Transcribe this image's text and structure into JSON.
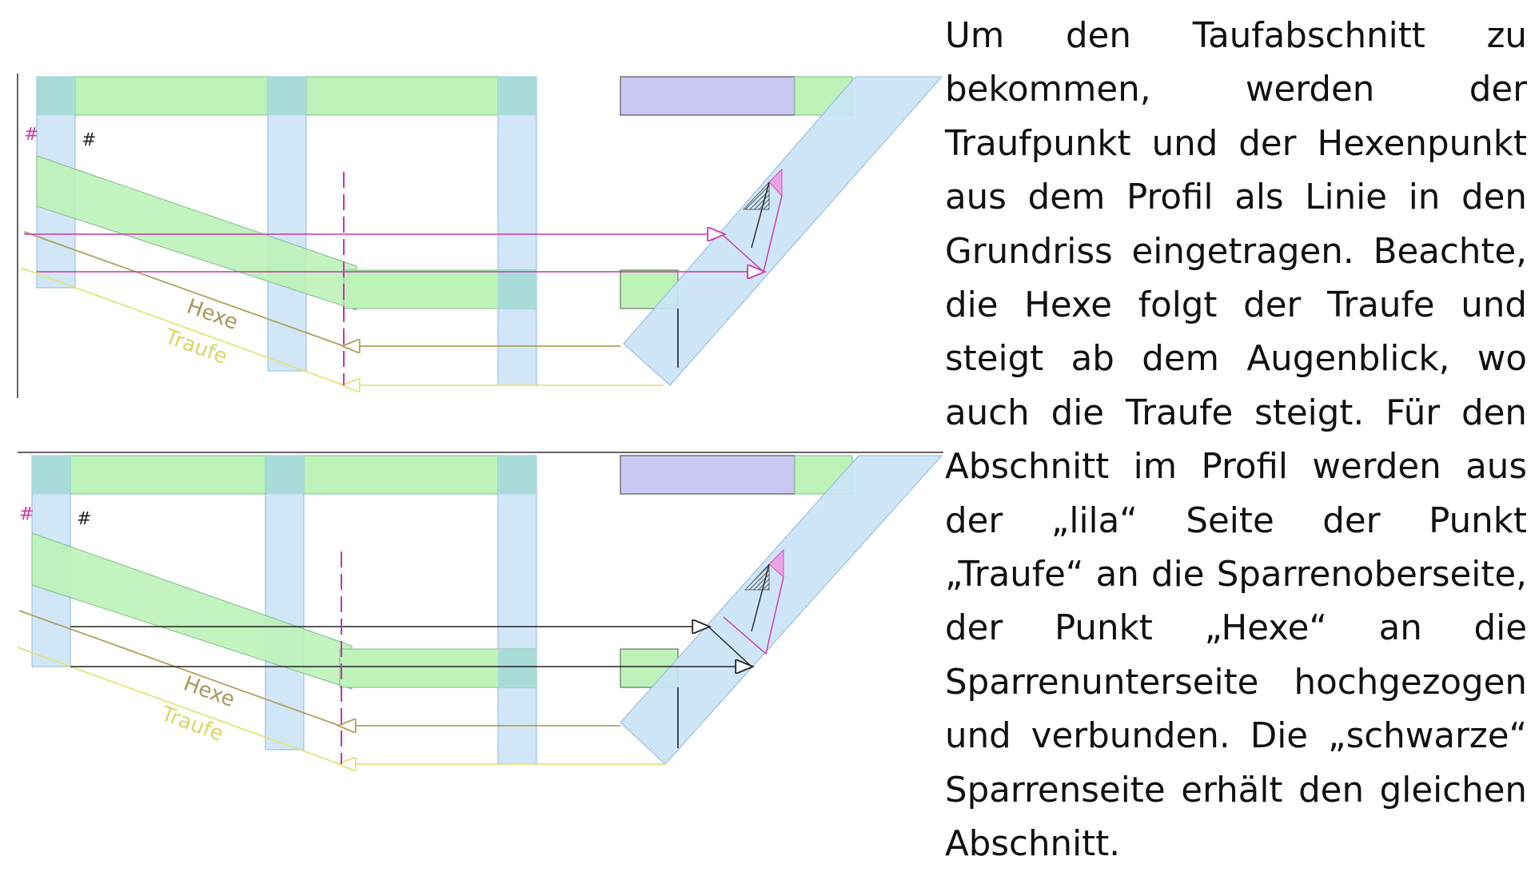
{
  "diagram": {
    "labels": {
      "hexe": "Hexe",
      "traufe": "Traufe",
      "hash": "#"
    },
    "colors": {
      "timber_green": "#bdf2b8",
      "timber_blue": "#c9e3f7",
      "overlap_teal": "#a9dcd8",
      "plate_lilac": "#c8c8f2",
      "magenta": "#cc33aa",
      "hexe_line": "#b0a05a",
      "traufe_line": "#e3e37a",
      "black": "#222222"
    }
  },
  "paragraph": {
    "text": "Um den Taufabschnitt zu bekommen, werden der Traufpunkt und der Hexenpunkt aus dem Profil als Linie in den Grundriss eingetragen. Beachte, die Hexe folgt der Traufe und steigt ab dem Augenblick, wo auch die Traufe steigt. Für den Abschnitt im Profil werden aus der „lila“ Seite der Punkt „Traufe“ an die Sparrenoberseite, der Punkt „Hexe“ an die Sparrenunterseite hochgezogen und verbunden. Die „schwarze“ Sparrenseite erhält den gleichen Abschnitt."
  }
}
